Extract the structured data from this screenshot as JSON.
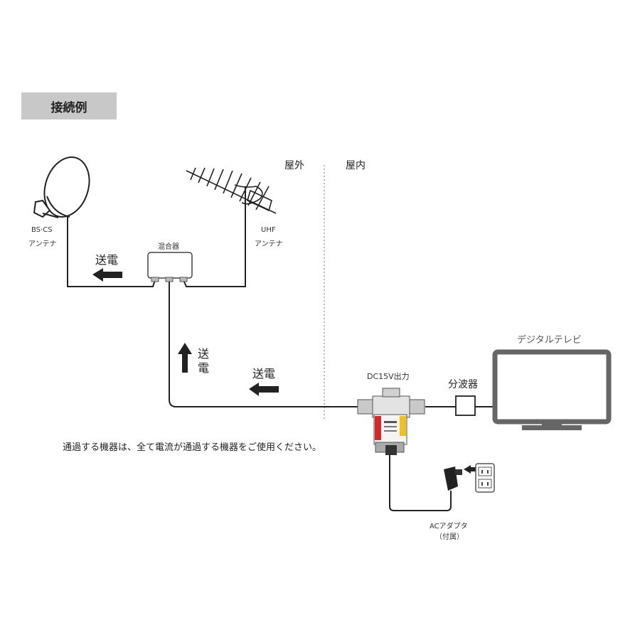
{
  "title": "接続例",
  "zones": {
    "outdoor": "屋外",
    "indoor": "屋内"
  },
  "labels": {
    "bs_cs_line1": "BS·CS",
    "bs_cs_line2": "アンテナ",
    "uhf_line1": "UHF",
    "uhf_line2": "アンテナ",
    "mixer": "混合器",
    "power_feed_top": "送電",
    "power_feed_vertical_1": "送",
    "power_feed_vertical_2": "電",
    "power_feed_bottom": "送電",
    "booster_output": "DC15V出力",
    "splitter": "分波器",
    "tv": "デジタルテレビ",
    "ac_adapter_line1": "ACアダプタ",
    "ac_adapter_line2": "（付属）"
  },
  "note": "通過する機器は、全て電流が通過する機器をご使用ください。",
  "colors": {
    "title_bg": "#c8c8c8",
    "cable": "#222222",
    "arrow": "#222222",
    "device_red": "#d62828"
  }
}
